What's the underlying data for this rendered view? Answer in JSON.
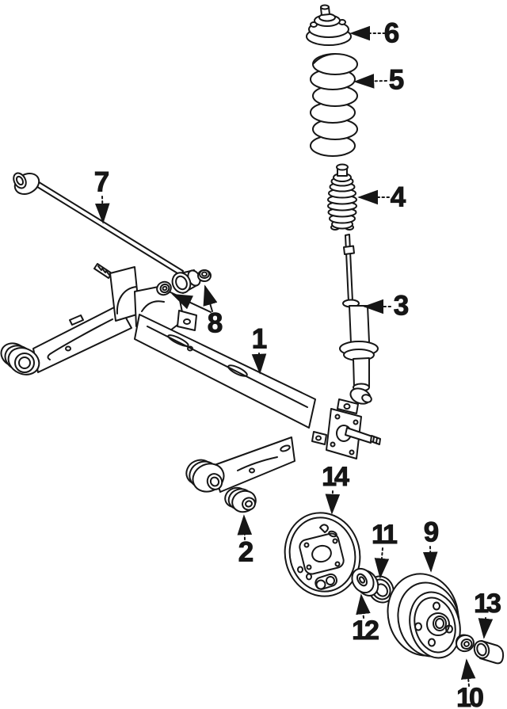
{
  "figure": {
    "kind": "exploded-parts-line-drawing",
    "background": "#ffffff",
    "line_color": "#161616"
  },
  "callouts": [
    {
      "label": "1"
    },
    {
      "label": "2"
    },
    {
      "label": "3"
    },
    {
      "label": "4"
    },
    {
      "label": "5"
    },
    {
      "label": "6"
    },
    {
      "label": "7"
    },
    {
      "label": "8"
    },
    {
      "label": "9"
    },
    {
      "label": "10"
    },
    {
      "label": "11"
    },
    {
      "label": "12"
    },
    {
      "label": "13"
    },
    {
      "label": "14"
    }
  ]
}
